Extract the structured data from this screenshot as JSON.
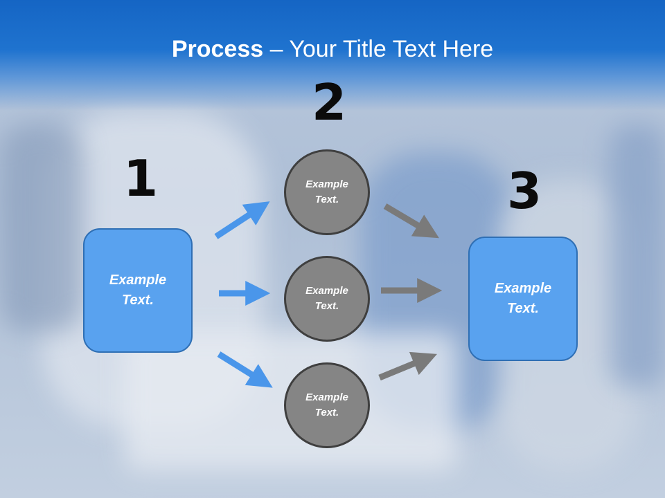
{
  "slide": {
    "title_bold": "Process",
    "title_rest": " – Your Title Text Here"
  },
  "steps": {
    "step1_number": "1",
    "step2_number": "2",
    "step3_number": "3"
  },
  "boxes": {
    "left": [
      "Example",
      "Text."
    ],
    "right": [
      "Example",
      "Text."
    ]
  },
  "circles": [
    [
      "Example",
      "Text."
    ],
    [
      "Example",
      "Text."
    ],
    [
      "Example",
      "Text."
    ]
  ],
  "colors": {
    "header_blue": "#1565c4",
    "box_fill": "#59a2ef",
    "box_border": "#2f6fb4",
    "circle_fill": "#858585",
    "blue_arrow": "#4a96ea",
    "gray_arrow": "#7a7a7a"
  }
}
